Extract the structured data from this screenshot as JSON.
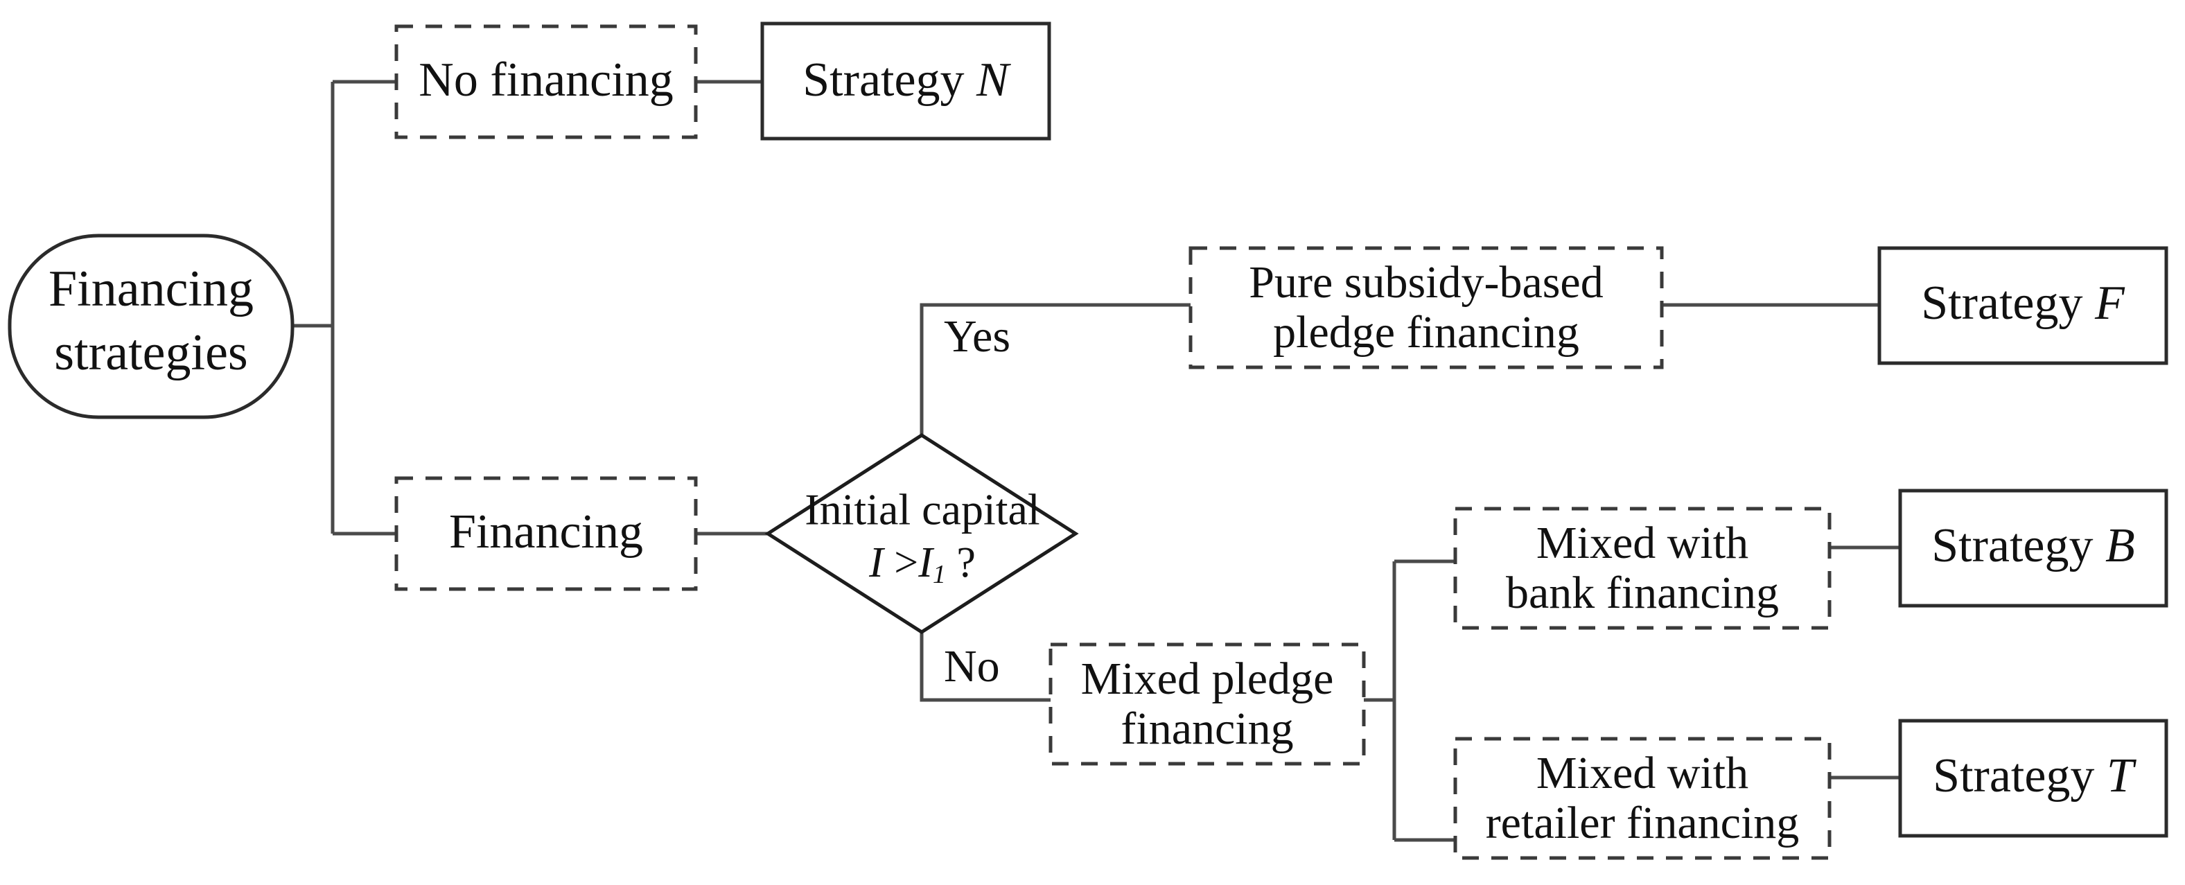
{
  "diagram": {
    "title": "Financing strategies decision tree",
    "type": "flowchart",
    "background_color": "#ffffff",
    "line_color": "#4a4a4a",
    "solid_border_color": "#2b2b2b",
    "dashed_border_color": "#3a3a3a",
    "text_color": "#111111"
  },
  "nodes": {
    "root": {
      "label": "Financing",
      "label_line2": "strategies",
      "shape": "stadium"
    },
    "no_financing": {
      "label": "No financing",
      "shape": "dashed-rect"
    },
    "strategy_n": {
      "label_prefix": "Strategy ",
      "label_symbol": "N",
      "shape": "solid-rect"
    },
    "financing": {
      "label": "Financing",
      "shape": "dashed-rect"
    },
    "decision": {
      "label_line1": "Initial capital",
      "label_line2_prefix": "I ",
      "label_line2_gt": ">",
      "label_line2_var": "I",
      "label_line2_sub": "1",
      "label_line2_suffix": " ?",
      "shape": "diamond"
    },
    "pure_subsidy": {
      "label_line1": "Pure subsidy-based",
      "label_line2": "pledge financing",
      "shape": "dashed-rect"
    },
    "strategy_f": {
      "label_prefix": "Strategy ",
      "label_symbol": "F",
      "shape": "solid-rect"
    },
    "mixed_pledge": {
      "label_line1": "Mixed pledge",
      "label_line2": "financing",
      "shape": "dashed-rect"
    },
    "mixed_bank": {
      "label_line1": "Mixed with",
      "label_line2": "bank financing",
      "shape": "dashed-rect"
    },
    "strategy_b": {
      "label_prefix": "Strategy ",
      "label_symbol": "B",
      "shape": "solid-rect"
    },
    "mixed_retailer": {
      "label_line1": "Mixed with",
      "label_line2": "retailer financing",
      "shape": "dashed-rect"
    },
    "strategy_t": {
      "label_prefix": "Strategy ",
      "label_symbol": "T",
      "shape": "solid-rect"
    }
  },
  "edge_labels": {
    "yes": "Yes",
    "no": "No"
  }
}
